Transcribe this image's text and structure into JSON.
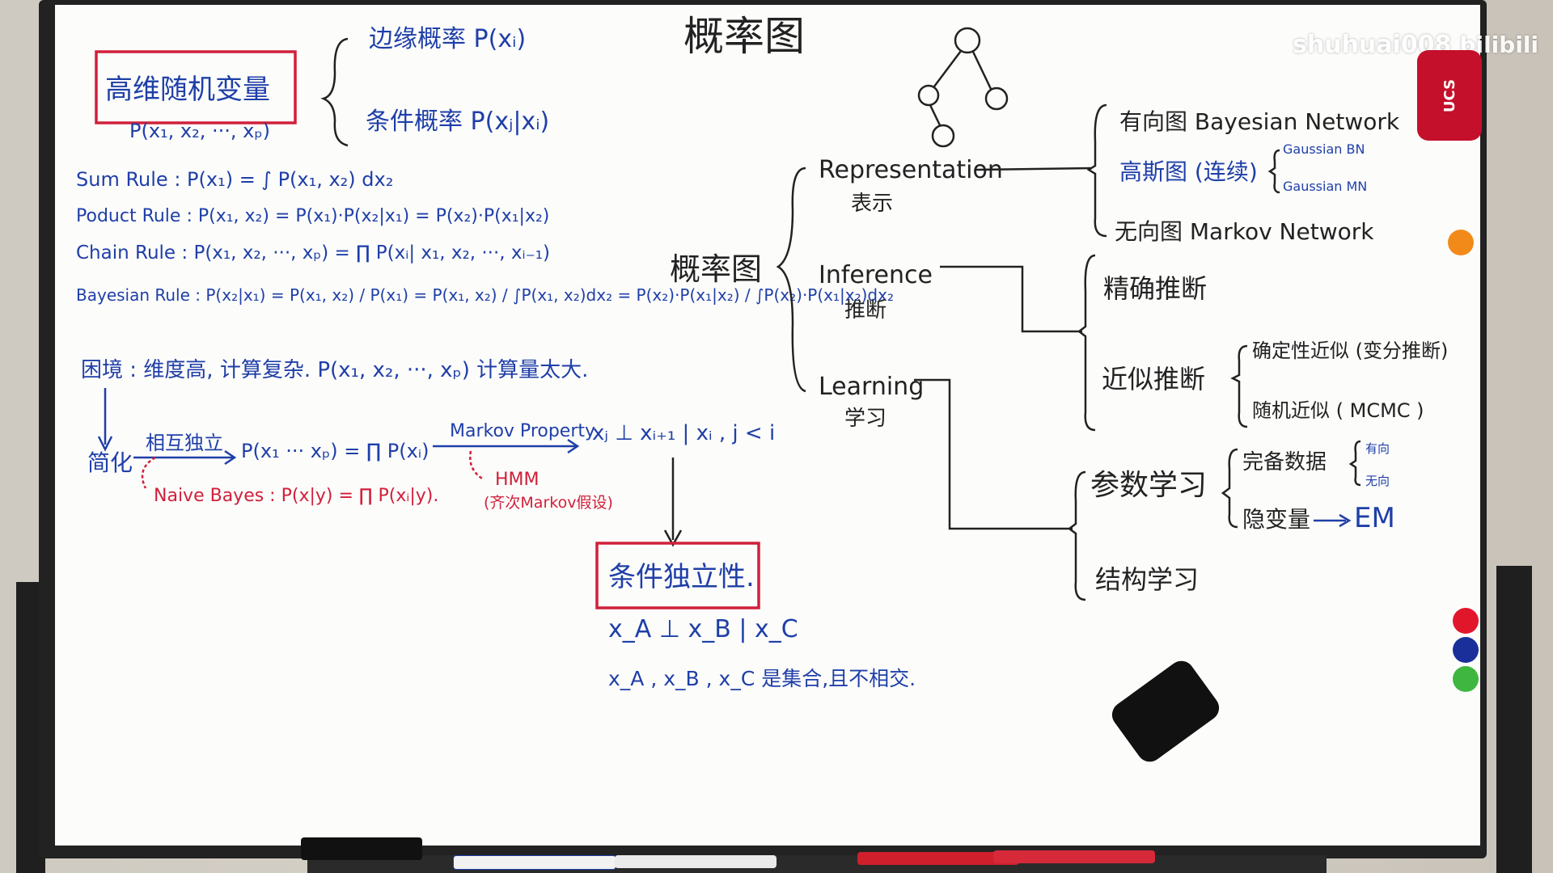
{
  "watermark": "shuhuai008",
  "watermark_brand": "bilibili",
  "eraser_label": "UCS",
  "title": "概率图",
  "box1": {
    "text": "高维随机变量",
    "sub": "P(x₁, x₂, ···, xₚ)"
  },
  "marginal": "边缘概率 P(xᵢ)",
  "conditional": "条件概率 P(xⱼ|xᵢ)",
  "rules": {
    "sum": "Sum Rule : P(x₁) = ∫ P(x₁, x₂) dx₂",
    "product": "Poduct Rule : P(x₁, x₂) = P(x₁)·P(x₂|x₁) = P(x₂)·P(x₁|x₂)",
    "chain": "Chain Rule : P(x₁, x₂, ···, xₚ) = ∏ P(xᵢ| x₁, x₂, ···, xᵢ₋₁)",
    "bayes": "Bayesian Rule : P(x₂|x₁) = P(x₁, x₂) / P(x₁) = P(x₁, x₂) / ∫P(x₁, x₂)dx₂ = P(x₂)·P(x₁|x₂) / ∫P(x₂)·P(x₁|x₂)dx₂"
  },
  "dilemma": "困境 : 维度高, 计算复杂. P(x₁, x₂, ···, xₚ) 计算量太大.",
  "simplify": "简化",
  "independent": "相互独立",
  "indep_formula": "P(x₁ ··· xₚ) = ∏ P(xᵢ)",
  "markov_label": "Markov Property",
  "markov_formula": "xⱼ ⊥ xᵢ₊₁ | xᵢ , j < i",
  "naive_bayes": "Naive Bayes : P(x|y) = ∏ P(xᵢ|y).",
  "hmm": "HMM",
  "hmm_note": "(齐次Markov假设)",
  "box2": "条件独立性.",
  "cond_formula": "x_A ⊥ x_B | x_C",
  "cond_note": "x_A , x_B , x_C 是集合,且不相交.",
  "pgm_label": "概率图",
  "tree": {
    "representation": {
      "en": "Representation",
      "zh": "表示"
    },
    "inference": {
      "en": "Inference",
      "zh": "推断"
    },
    "learning": {
      "en": "Learning",
      "zh": "学习"
    }
  },
  "rep_items": {
    "directed": "有向图 Bayesian Network",
    "gaussian": "高斯图 (连续)",
    "gaussian_bn": "Gaussian BN",
    "gaussian_mn": "Gaussian MN",
    "undirected": "无向图 Markov Network"
  },
  "inf_items": {
    "exact": "精确推断",
    "approx": "近似推断",
    "deterministic": "确定性近似 (变分推断)",
    "random": "随机近似 ( MCMC )"
  },
  "learn_items": {
    "param": "参数学习",
    "complete": "完备数据",
    "directed_s": "有向",
    "undirected_s": "无向",
    "hidden": "隐变量",
    "em": "EM",
    "struct": "结构学习"
  },
  "colors": {
    "ink_blue": "#1f3fa8",
    "ink_black": "#222222",
    "ink_red": "#d1203a"
  }
}
